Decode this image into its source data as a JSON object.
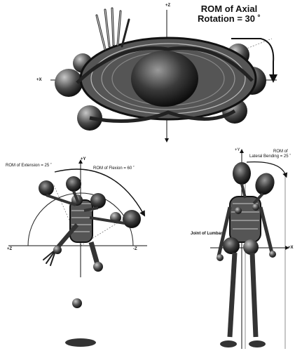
{
  "top_panel": {
    "title_line1": "ROM of Axial",
    "title_line2": "Rotation = 30 ˚",
    "axis_z": "+Z",
    "axis_x": "+X"
  },
  "left_panel": {
    "extension_label": "ROM of Extension = 25 ˚",
    "flexion_label": "ROM of Flexion = 60 ˚",
    "axis_y": "+Y",
    "axis_z_pos": "+Z",
    "axis_z_neg": "-Z"
  },
  "right_panel": {
    "lateral_line1": "ROM of",
    "lateral_line2": "Lateral Bending = 25 ˚",
    "axis_y": "+Y",
    "axis_x": "+X",
    "joint_label": "Joint of Lumbar"
  }
}
